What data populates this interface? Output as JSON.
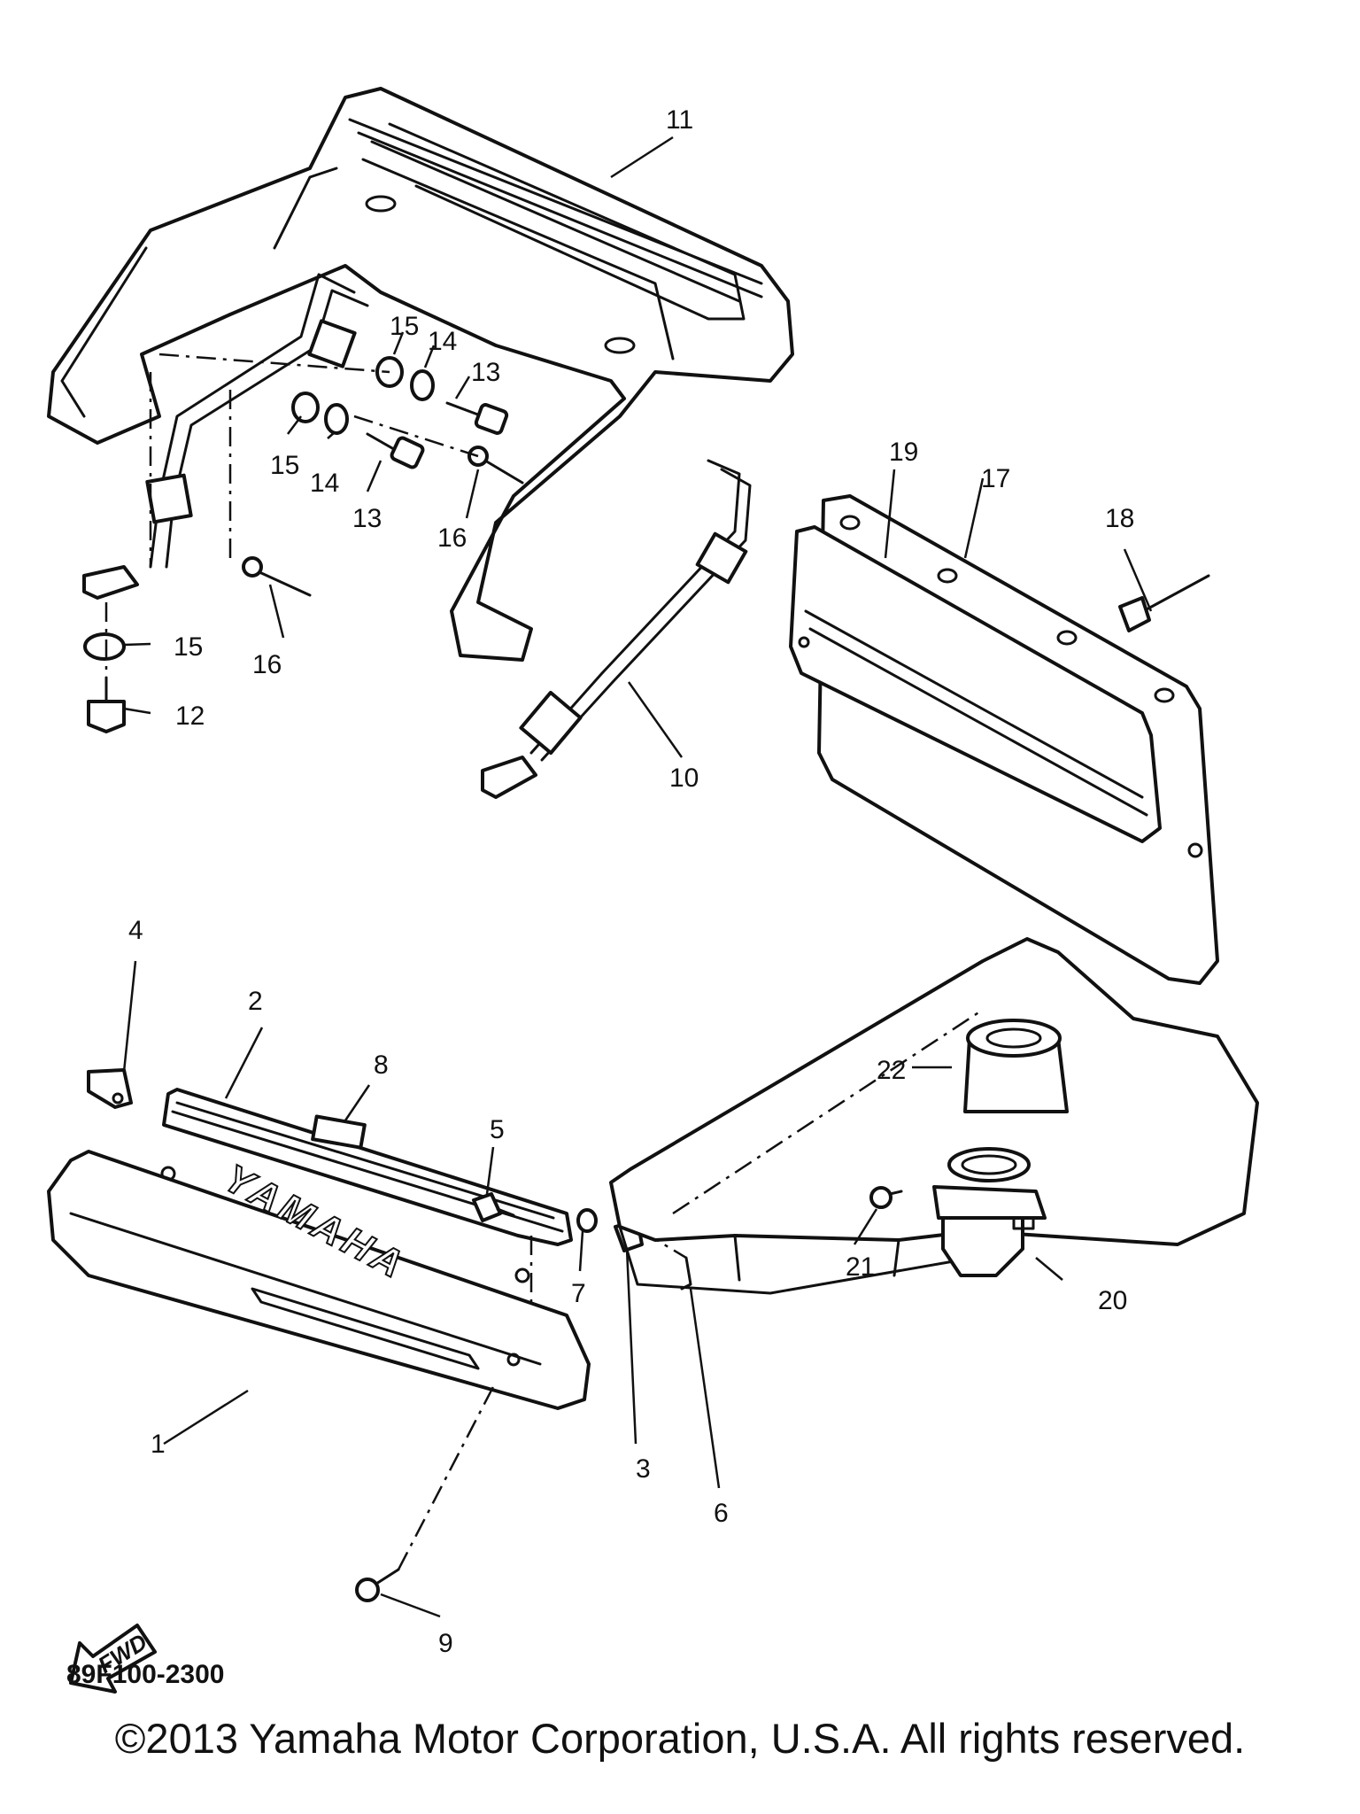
{
  "diagram": {
    "part_code": "89F100-2300",
    "fwd_label": "FWD",
    "brand_text": "YAMAHA",
    "callouts": {
      "c1": "1",
      "c2": "2",
      "c3": "3",
      "c4": "4",
      "c5": "5",
      "c6": "6",
      "c7": "7",
      "c8": "8",
      "c9": "9",
      "c10": "10",
      "c11": "11",
      "c12": "12",
      "c13a": "13",
      "c13b": "13",
      "c14a": "14",
      "c14b": "14",
      "c15a": "15",
      "c15b": "15",
      "c15c": "15",
      "c16a": "16",
      "c16b": "16",
      "c17": "17",
      "c18": "18",
      "c19": "19",
      "c20": "20",
      "c21": "21",
      "c22": "22"
    }
  },
  "footer": {
    "copyright": "©2013 Yamaha Motor Corporation, U.S.A. All rights reserved."
  }
}
